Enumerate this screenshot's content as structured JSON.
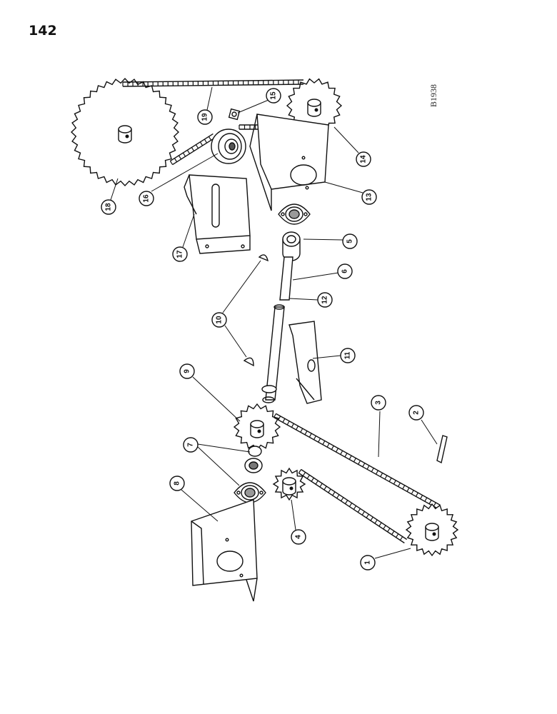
{
  "page_number": "142",
  "figure_code": "B1938",
  "callouts": [
    "1",
    "2",
    "3",
    "4",
    "5",
    "6",
    "7",
    "8",
    "9",
    "10",
    "11",
    "12",
    "13",
    "14",
    "15",
    "16",
    "17",
    "18",
    "19"
  ]
}
